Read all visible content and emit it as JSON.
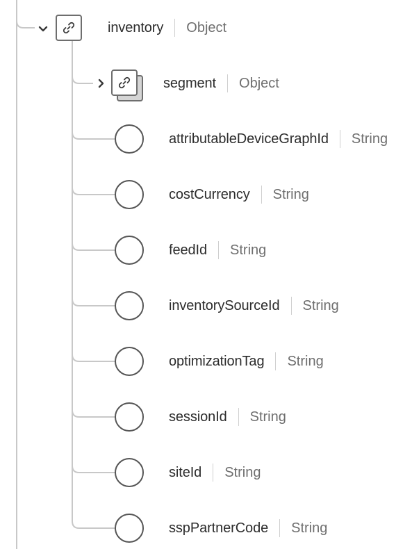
{
  "tree": {
    "root": {
      "name": "inventory",
      "type": "Object",
      "icon": "link-icon",
      "expanded": true
    },
    "children": [
      {
        "name": "segment",
        "type": "Object",
        "icon": "link-icon",
        "expandable": true,
        "expanded": false
      },
      {
        "name": "attributableDeviceGraphId",
        "type": "String"
      },
      {
        "name": "costCurrency",
        "type": "String"
      },
      {
        "name": "feedId",
        "type": "String"
      },
      {
        "name": "inventorySourceId",
        "type": "String"
      },
      {
        "name": "optimizationTag",
        "type": "String"
      },
      {
        "name": "sessionId",
        "type": "String"
      },
      {
        "name": "siteId",
        "type": "String"
      },
      {
        "name": "sspPartnerCode",
        "type": "String"
      }
    ]
  },
  "colors": {
    "line": "#c8c8c8",
    "icon_border": "#6e6e6e",
    "text": "#2c2c2c",
    "type_text": "#6e6e6e"
  }
}
